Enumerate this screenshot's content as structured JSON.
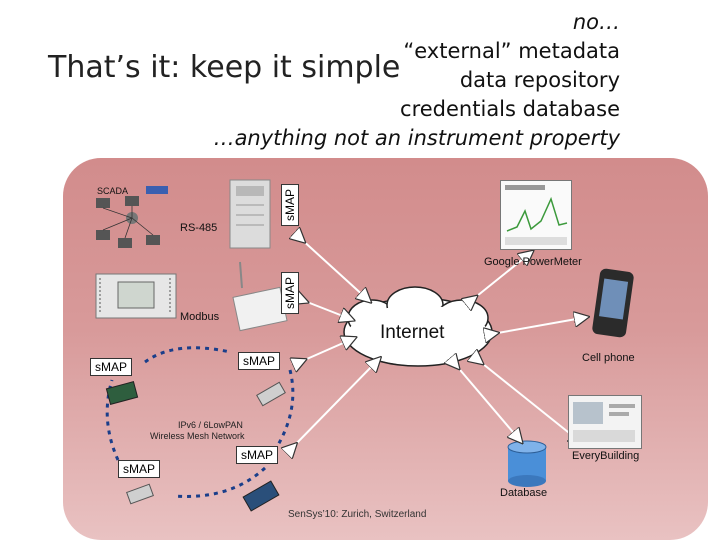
{
  "title": "That’s it: keep it simple",
  "no_list": {
    "heading": "no…",
    "items": [
      "“external” metadata",
      "data repository",
      "credentials database"
    ],
    "last": "…anything not an instrument property"
  },
  "labels": {
    "scada": "SCADA",
    "rs485": "RS-485",
    "modbus": "Modbus",
    "google_power_meter": "Google PowerMeter",
    "internet": "Internet",
    "cell_phone": "Cell phone",
    "every_building": "EveryBuilding",
    "database": "Database",
    "mesh_line1": "IPv6 / 6LowPAN",
    "mesh_line2": "Wireless Mesh Network",
    "footer": "SenSys’10: Zurich, Switzerland"
  },
  "smap": {
    "top_vertical": "sMAP",
    "mid_vertical": "sMAP",
    "left_mesh": "sMAP",
    "mesh_center": "sMAP",
    "bottom_left": "sMAP",
    "bottom_center": "sMAP"
  },
  "colors": {
    "panel_top": "#d28c8c",
    "panel_bottom": "#e9c2c2",
    "arrow": "#ffffff",
    "database": "#4a8fd8"
  }
}
